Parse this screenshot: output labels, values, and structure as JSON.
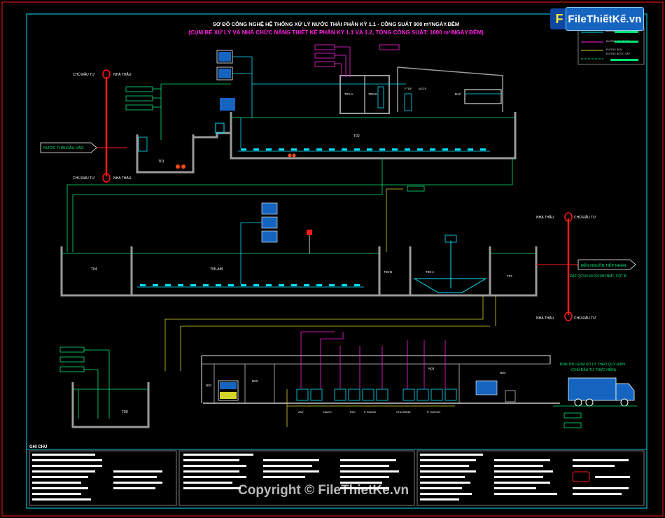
{
  "header": {
    "title": "SƠ ĐỒ CÔNG NGHỆ HỆ THỐNG XỬ LÝ NƯỚC THẢI PHÂN KỲ 1.1 - CÔNG SUẤT 900 m³/NGÀY.ĐÊM",
    "subtitle": "(CỤM BỂ XỬ LÝ VÀ NHÀ CHỨC NĂNG THIẾT KẾ PHÂN KỲ 1.1 VÀ 1.2, TỔNG CÔNG SUẤT: 1800 m³/NGÀY.ĐÊM)"
  },
  "brand": {
    "logo": "FileThiếtKế.vn",
    "watermark": "Copyright © FileThietKe.vn"
  },
  "legend": {
    "items": [
      "ĐƯỜNG NƯỚC THẢI",
      "ĐƯỜNG HÓA CHẤT",
      "ĐƯỜNG BÙN",
      "ĐƯỜNG NƯỚC CẤP"
    ]
  },
  "labels": {
    "chu_dau_tu_1": "CHỦ ĐẦU TƯ",
    "nha_thau_1": "NHÀ THẦU",
    "chu_dau_tu_2": "CHỦ ĐẦU TƯ",
    "nha_thau_2": "NHÀ THẦU",
    "inlet": "NƯỚC THẢI ĐẦU VÀO",
    "nha_thau_3": "NHÀ THẦU",
    "chu_dau_tu_3": "CHỦ ĐẦU TƯ",
    "nha_thau_4": "NHÀ THẦU",
    "chu_dau_tu_4": "CHỦ ĐẦU TƯ",
    "outlet": "ĐẾN NGUỒN TIẾP NHẬN",
    "standard": "ĐẠT QCVN 40:2011/BTNMT, CỘT B",
    "sludge_note_1": "BÙN THU GOM XỬ LÝ THEO QUY ĐỊNH",
    "sludge_note_2": "(CHỦ ĐẦU TƯ THỰC HIỆN)",
    "notes_title": "GHI CHÚ"
  },
  "tanks": {
    "t01": "T01",
    "t02": "T02",
    "t03a": "T03-A",
    "t03b": "T03-B",
    "daf": "DAF",
    "t04": "T04",
    "t05": "T05-A/B",
    "t06": "T06-A",
    "t06b": "T06-B",
    "t07": "T07",
    "t00": "T00",
    "n01": "N01",
    "n02": "N02",
    "n03": "N03",
    "n04": "N04",
    "ftdf": "FTDF",
    "agcv": "AGCV"
  },
  "chemicals": [
    "ANT",
    "NAOH",
    "PAC",
    "P. ANION",
    "CHLORINE",
    "P. CATION"
  ],
  "colors": {
    "frame": "#00bcd4",
    "green": "#00e676",
    "magenta": "#ff1ee0",
    "yellow": "#d4d42a",
    "red": "#ff1a1a",
    "grey": "#9a9a9a",
    "white": "#ffffff",
    "blue": "#1565c0",
    "cyan": "#00e5ff"
  }
}
